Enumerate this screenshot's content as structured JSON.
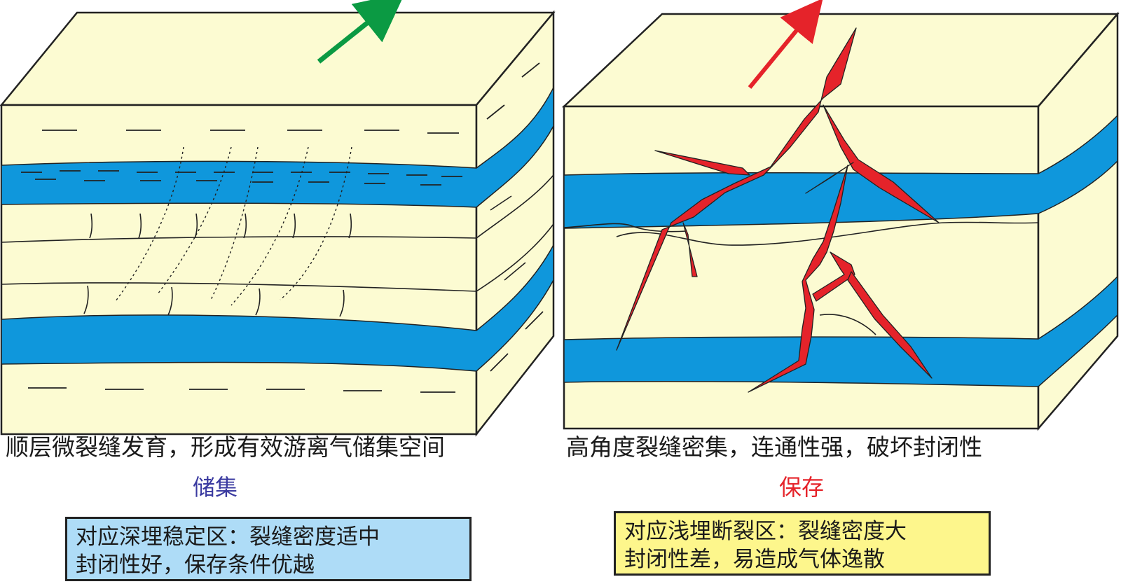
{
  "colors": {
    "rock": "#fcfbd2",
    "layer": "#0f97dc",
    "outline": "#222222",
    "fracture": "#e5232a",
    "arrow_left": "#0b9a43",
    "arrow_right": "#e5232a",
    "label_left": "#3a3aa0",
    "label_right": "#e5232a",
    "box_left": "#aedcf7",
    "box_right": "#fdf68c"
  },
  "left_block": {
    "caption": "顺层微裂缝发育，形成有效游离气储集空间",
    "label": "储集",
    "box_lines": [
      "对应深埋稳定区：裂缝密度适中",
      "封闭性好，保存条件优越"
    ],
    "arrow_icon": "green-arrow-icon"
  },
  "right_block": {
    "caption": "高角度裂缝密集，连通性强，破坏封闭性",
    "label": "保存",
    "box_lines": [
      "对应浅埋断裂区：裂缝密度大",
      "封闭性差，易造成气体逸散"
    ],
    "arrow_icon": "red-arrow-icon"
  }
}
